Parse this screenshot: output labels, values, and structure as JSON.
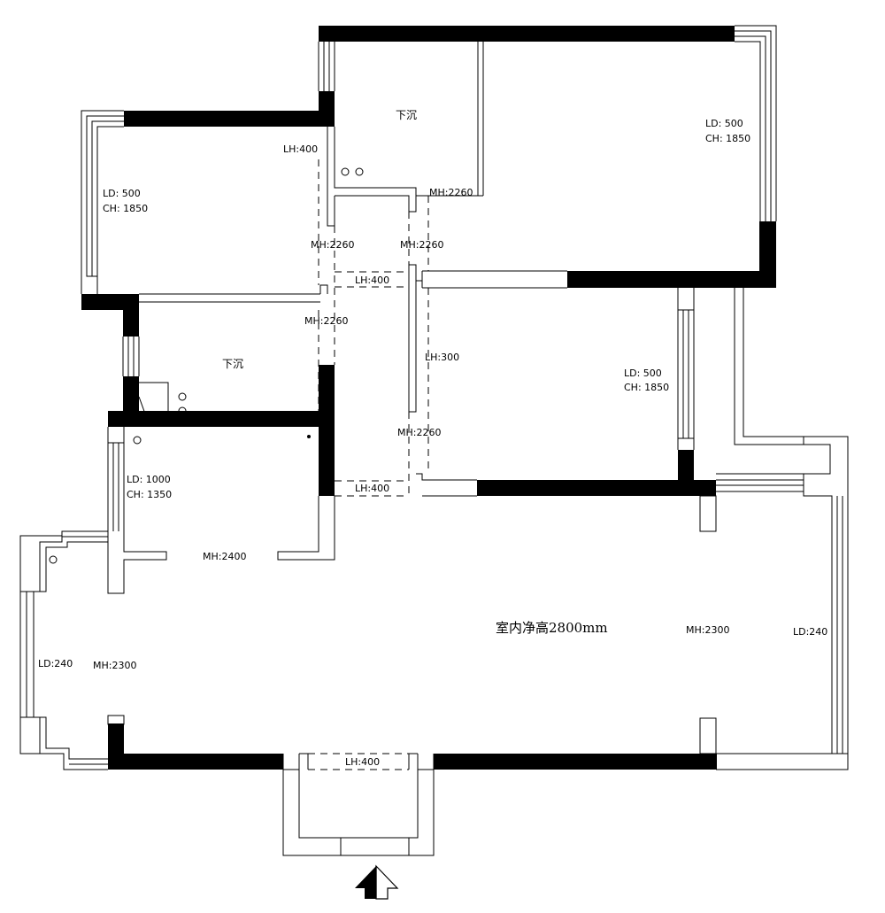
{
  "labels": {
    "sunken_top": "下沉",
    "sunken_mid": "下沉",
    "ceiling_height": "室内净高2800mm",
    "br_top_left_ld": "LD:  500",
    "br_top_left_ch": "CH:  1850",
    "br_top_right_ld": "LD:  500",
    "br_top_right_ch": "CH:  1850",
    "br_mid_right_ld": "LD:  500",
    "br_mid_right_ch": "CH:  1850",
    "study_ld": "LD:  1000",
    "study_ch": "CH:  1350",
    "lh_upper": "LH:400",
    "lh_corridor_top": "LH:400",
    "lh_corridor_right": "LH:300",
    "lh_corridor_bottom": "LH:400",
    "lh_entrance": "LH:400",
    "mh_upper_right": "MH:2260",
    "mh_corridor_left": "MH:2260",
    "mh_corridor_right": "MH:2260",
    "mh_mid_left": "MH:2260",
    "mh_mid_right": "MH:2260",
    "mh_study": "MH:2400",
    "mh_living_left": "MH:2300",
    "mh_living_right": "MH:2300",
    "ld_left": "LD:240",
    "ld_right": "LD:240"
  },
  "colors": {
    "wall": "#000000",
    "line": "#000000",
    "background": "#ffffff"
  },
  "icons": {
    "entrance": "entrance-arrow-icon"
  }
}
